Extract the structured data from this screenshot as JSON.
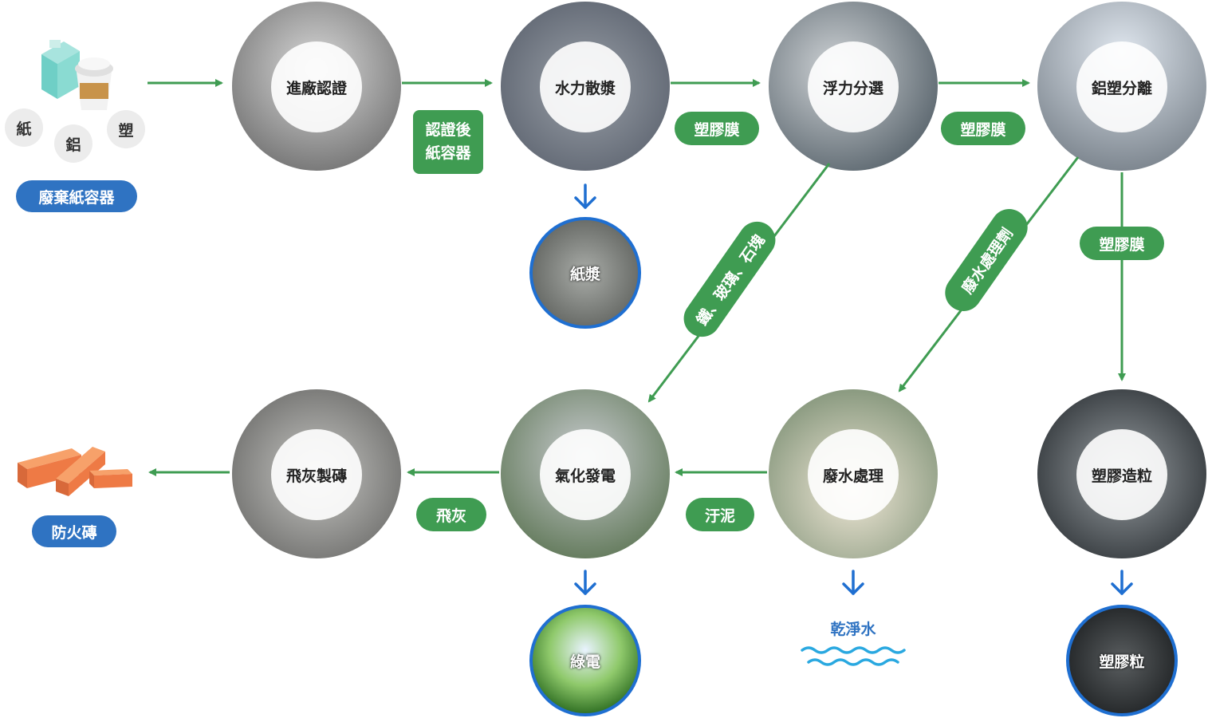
{
  "source": {
    "materials": [
      "紙",
      "鋁",
      "塑"
    ],
    "label": "廢棄紙容器"
  },
  "stages": {
    "intake": "進廠認證",
    "pulping": "水力散漿",
    "flotation": "浮力分選",
    "separation": "鋁塑分離",
    "pelletizing": "塑膠造粒",
    "wastewater": "廢水處理",
    "gasification": "氣化發電",
    "brickmaking": "飛灰製磚"
  },
  "flows": {
    "certified": "認證後\n紙容器",
    "film_1": "塑膠膜",
    "film_2": "塑膠膜",
    "film_3": "塑膠膜",
    "debris": "鐵、玻璃、石塊",
    "wastewater_agent": "廢水處理劑",
    "sludge": "汙泥",
    "fly_ash": "飛灰"
  },
  "outputs": {
    "pulp": "紙漿",
    "green_power": "綠電",
    "clean_water": "乾淨水",
    "plastic_pellets": "塑膠粒",
    "fire_brick": "防火磚"
  },
  "colors": {
    "flow_green": "#3f9c52",
    "accent_blue": "#2f73c2"
  },
  "icons": {
    "source": "milk-carton-and-cup-icon",
    "brick": "brick-icon",
    "water": "water-waves-icon"
  }
}
